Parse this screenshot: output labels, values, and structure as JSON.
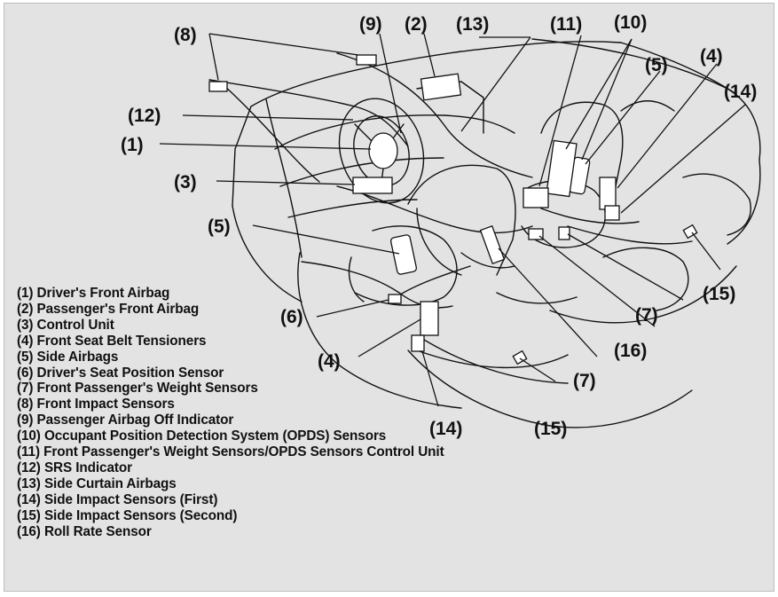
{
  "callouts": {
    "c1": "(1)",
    "c2": "(2)",
    "c3": "(3)",
    "c4a": "(4)",
    "c4b": "(4)",
    "c5a": "(5)",
    "c5b": "(5)",
    "c6": "(6)",
    "c7a": "(7)",
    "c7b": "(7)",
    "c8": "(8)",
    "c9": "(9)",
    "c10": "(10)",
    "c11": "(11)",
    "c12": "(12)",
    "c13": "(13)",
    "c14a": "(14)",
    "c14b": "(14)",
    "c15a": "(15)",
    "c15b": "(15)",
    "c16": "(16)"
  },
  "legend": [
    "(1) Driver's Front Airbag",
    "(2) Passenger's Front Airbag",
    "(3) Control Unit",
    "(4) Front Seat Belt Tensioners",
    "(5) Side Airbags",
    "(6) Driver's Seat Position Sensor",
    "(7) Front Passenger's Weight Sensors",
    "(8) Front Impact Sensors",
    "(9) Passenger Airbag Off Indicator",
    "(10) Occupant Position Detection System (OPDS) Sensors",
    "(11) Front Passenger's Weight Sensors/OPDS Sensors Control Unit",
    "(12) SRS Indicator",
    "(13) Side Curtain Airbags",
    "(14) Side Impact Sensors (First)",
    "(15) Side Impact Sensors (Second)",
    "(16) Roll Rate Sensor"
  ],
  "colors": {
    "background": "#e3e3e3",
    "line": "#111111"
  }
}
